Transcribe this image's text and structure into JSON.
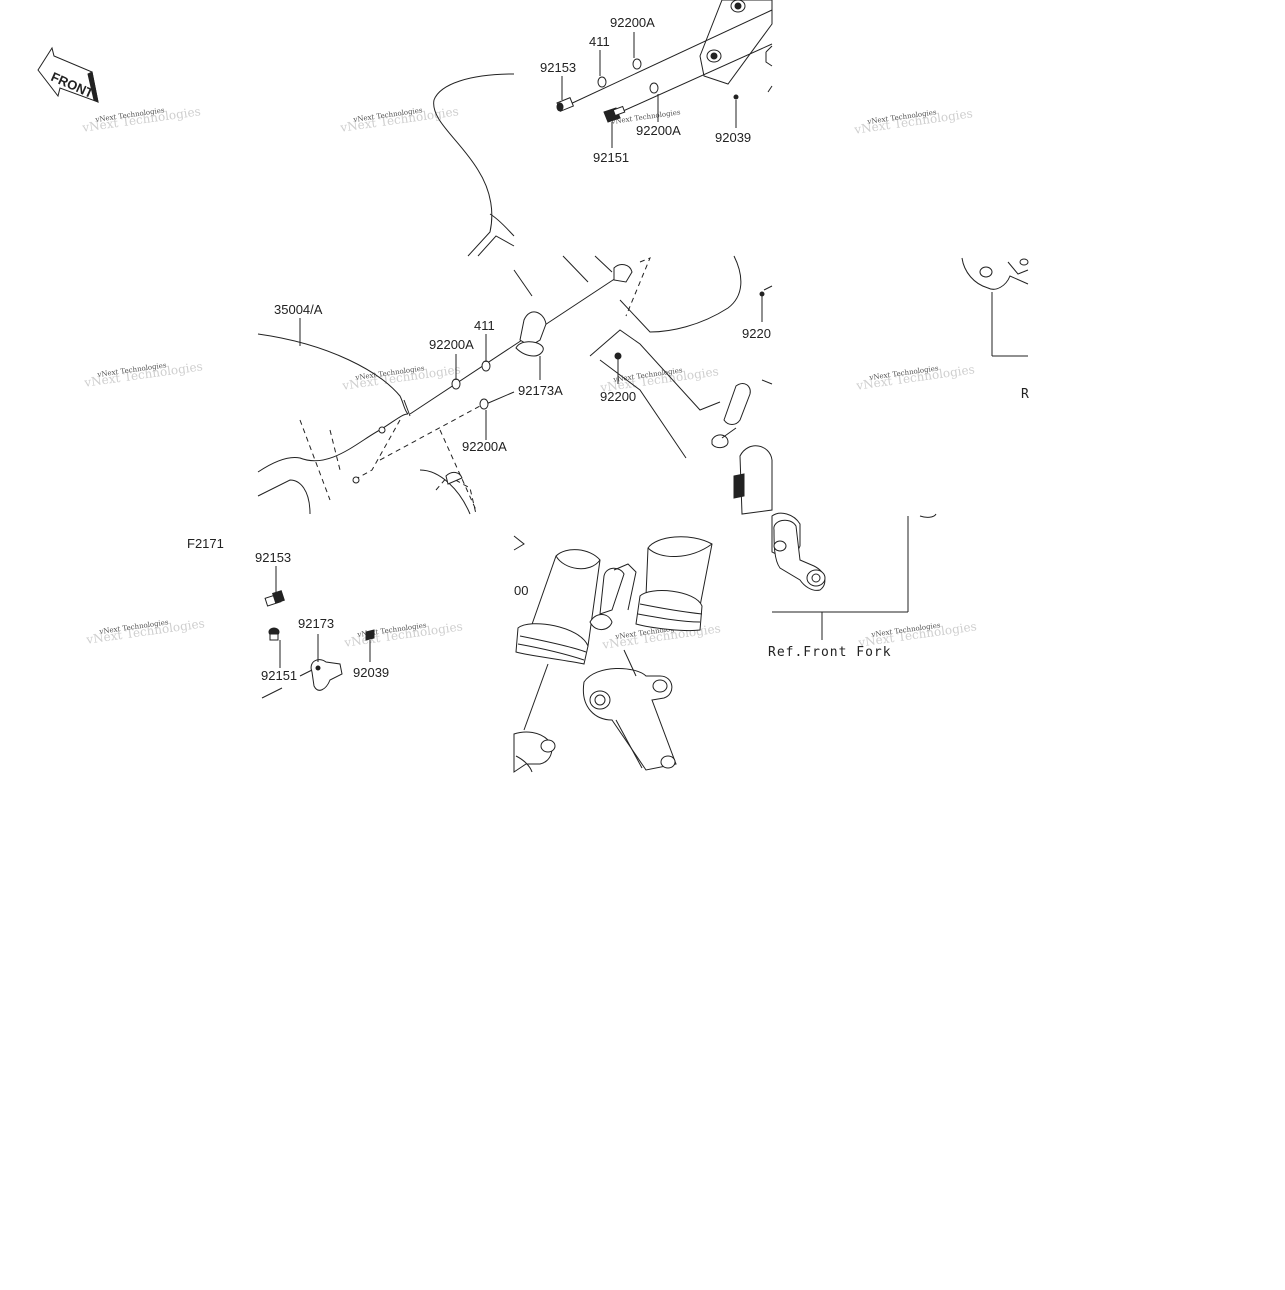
{
  "diagram": {
    "figure_code": "F2171",
    "front_badge": "FRONT",
    "watermark": "vNext Technologies",
    "callouts": {
      "c1": "92200A",
      "c2": "411",
      "c3": "92153",
      "c4": "92200A",
      "c5": "92151",
      "c6": "92039",
      "c7": "35004/A",
      "c8": "411",
      "c9": "92200A",
      "c10": "92173A",
      "c11": "92200",
      "c12": "92200A",
      "c13": "9220",
      "c14": "R",
      "c15": "92153",
      "c16": "92173",
      "c17": "92151",
      "c18": "92039",
      "c19": "00"
    },
    "ref_front_fork": "Ref.Front Fork"
  }
}
